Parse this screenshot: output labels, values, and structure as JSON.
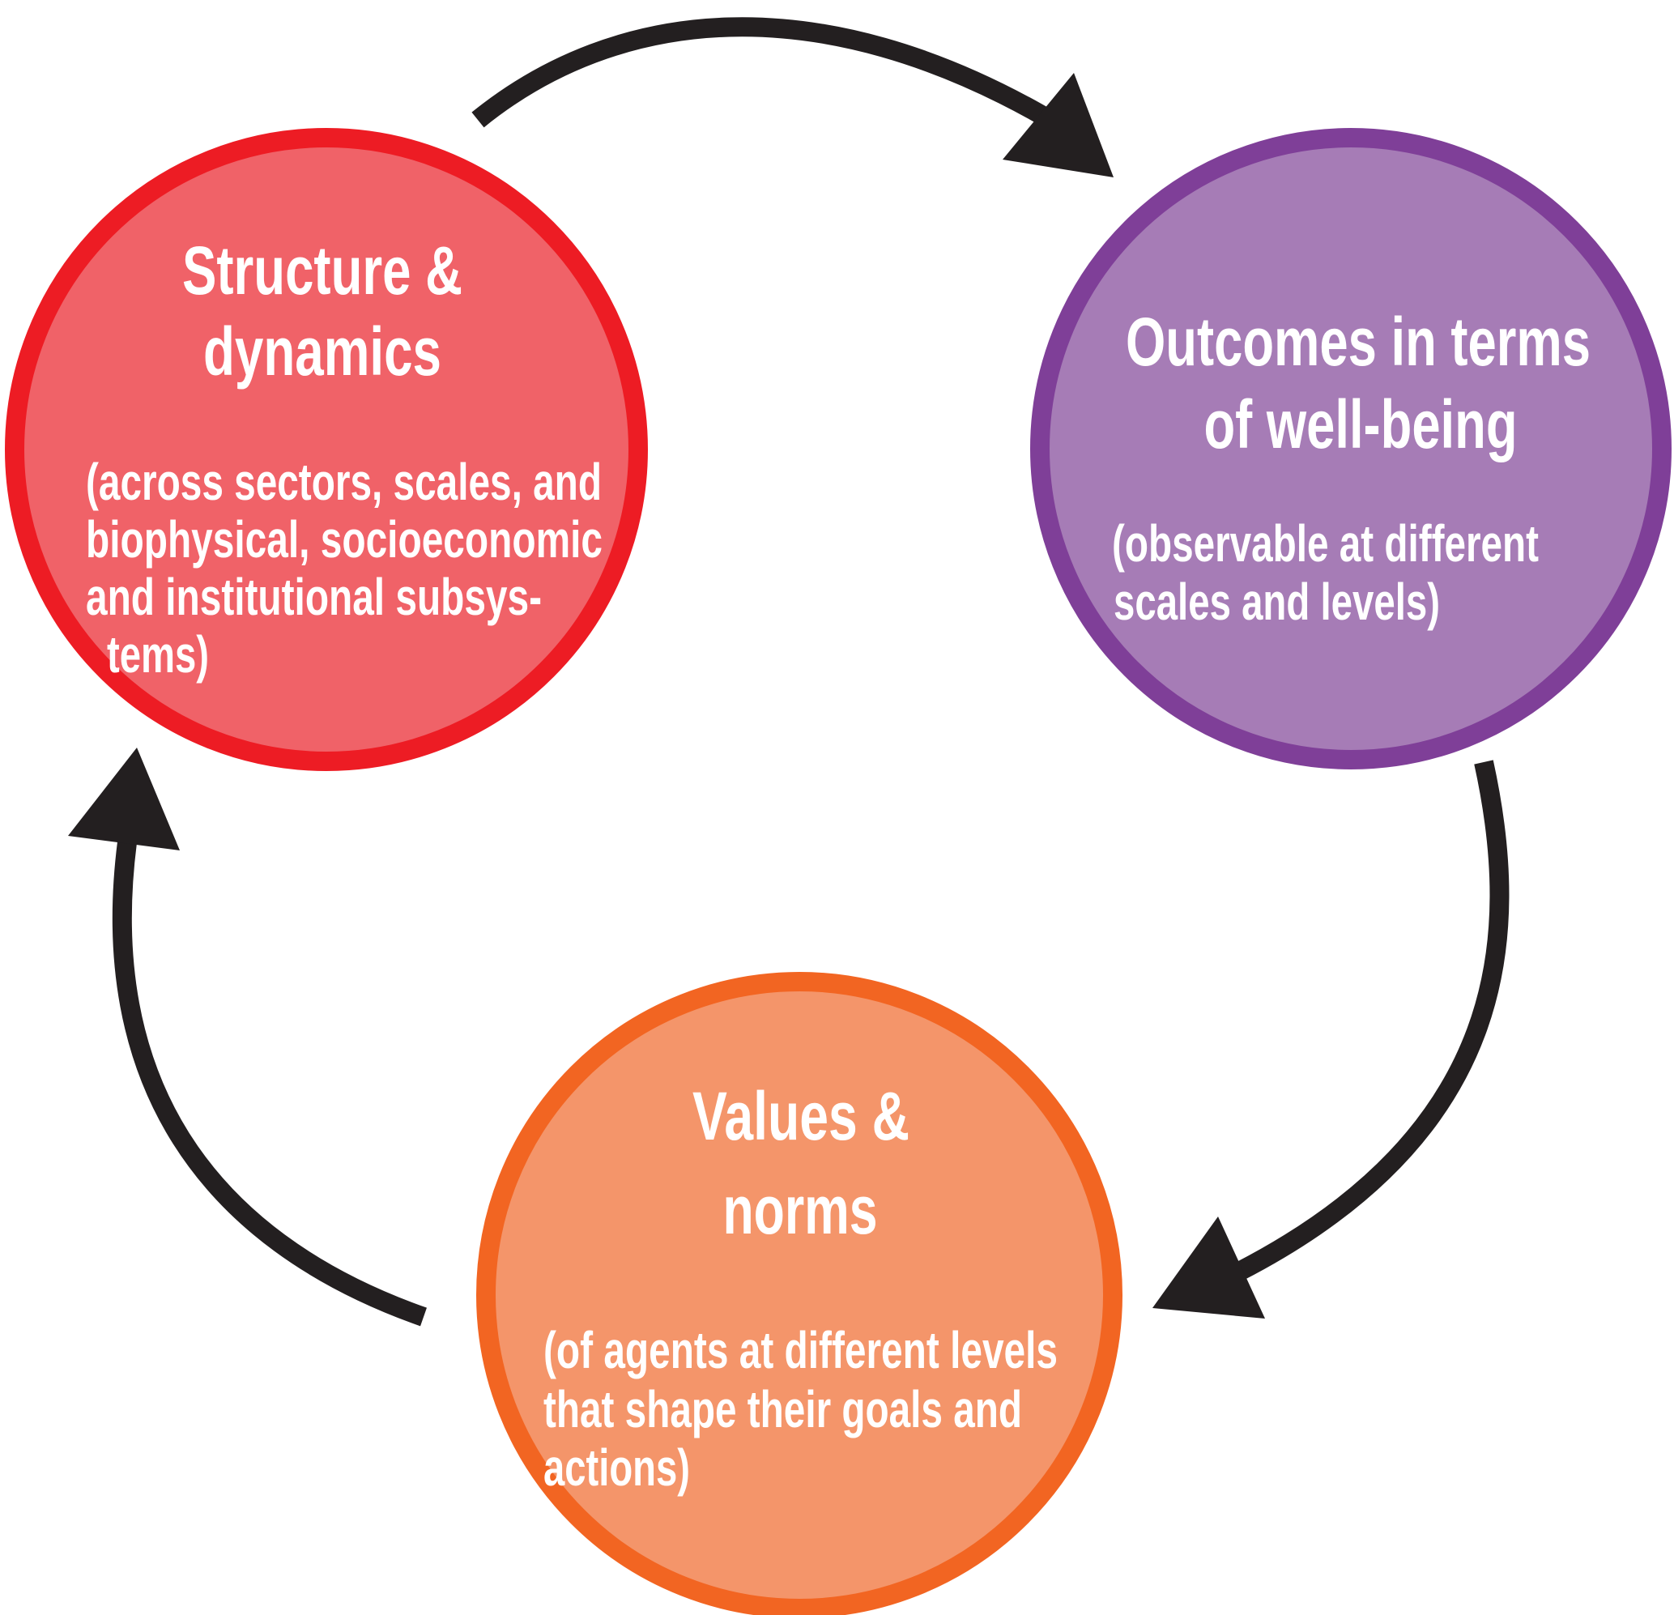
{
  "diagram": {
    "type": "cycle",
    "colors": {
      "arrow": "#231F20",
      "text": "#FFFFFF"
    },
    "nodes": [
      {
        "id": "structure",
        "title_lines": [
          "Structure &",
          "dynamics"
        ],
        "subtitle_lines": [
          "(across sectors, scales, and",
          "biophysical, socioeconomic",
          "and institutional subsys-",
          "tems)"
        ],
        "border_color": "#ED1C24",
        "fill_color": "#F06268"
      },
      {
        "id": "outcomes",
        "title_lines": [
          "Outcomes in terms",
          "of well-being"
        ],
        "subtitle_lines": [
          "(observable at different",
          "scales and levels)"
        ],
        "border_color": "#7F3F98",
        "fill_color": "#A67CB6"
      },
      {
        "id": "values",
        "title_lines": [
          "Values &",
          "norms"
        ],
        "subtitle_lines": [
          "(of agents at different levels",
          "that shape their goals and",
          "actions)"
        ],
        "border_color": "#F26522",
        "fill_color": "#F4956A"
      }
    ],
    "edges": [
      {
        "from": "structure",
        "to": "outcomes"
      },
      {
        "from": "outcomes",
        "to": "values"
      },
      {
        "from": "values",
        "to": "structure"
      }
    ]
  }
}
